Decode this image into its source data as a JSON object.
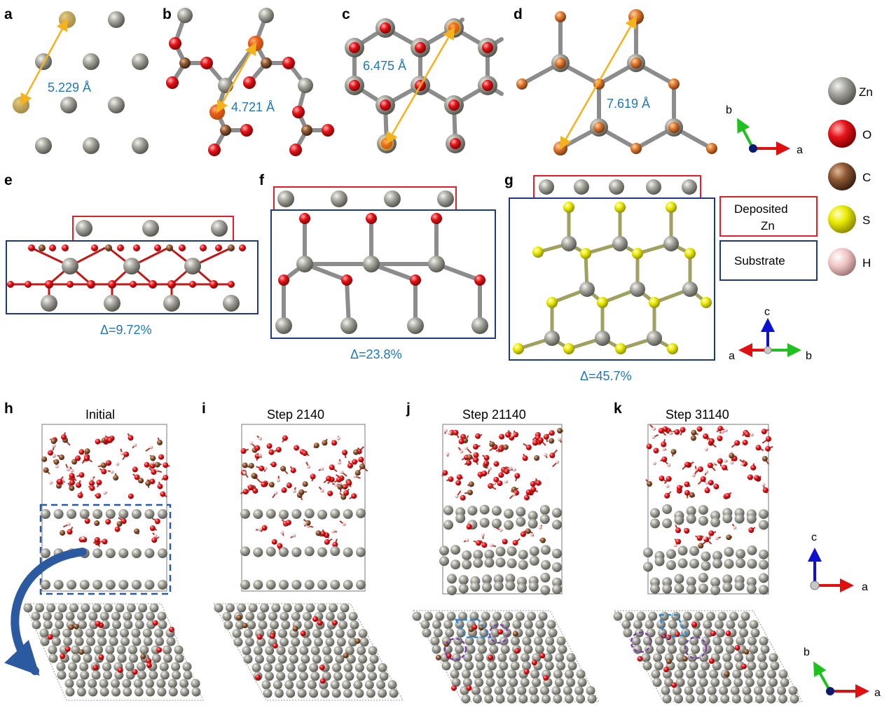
{
  "panels": {
    "a": {
      "label": "a",
      "distance": "5.229 Å"
    },
    "b": {
      "label": "b",
      "distance": "4.721 Å"
    },
    "c": {
      "label": "c",
      "distance": "6.475 Å"
    },
    "d": {
      "label": "d",
      "distance": "7.619 Å"
    },
    "e": {
      "label": "e",
      "mismatch": "Δ=9.72%"
    },
    "f": {
      "label": "f",
      "mismatch": "Δ=23.8%"
    },
    "g": {
      "label": "g",
      "mismatch": "Δ=45.7%"
    },
    "h": {
      "label": "h",
      "title": "Initial"
    },
    "i": {
      "label": "i",
      "title": "Step 2140"
    },
    "j": {
      "label": "j",
      "title": "Step 21140"
    },
    "k": {
      "label": "k",
      "title": "Step 31140"
    }
  },
  "box_legend": {
    "deposited": "Deposited Zn",
    "substrate": "Substrate"
  },
  "element_legend": [
    {
      "symbol": "Zn",
      "color": "#8f8f88"
    },
    {
      "symbol": "O",
      "color": "#e0141a"
    },
    {
      "symbol": "C",
      "color": "#8a5530"
    },
    {
      "symbol": "S",
      "color": "#e8e800"
    },
    {
      "symbol": "H",
      "color": "#f2c6c6"
    }
  ],
  "axes": {
    "a": "a",
    "b": "b",
    "c": "c"
  },
  "colors": {
    "deposited_box": "#e0202a",
    "substrate_box": "#1f3a7a",
    "measure_arrow": "#f5b21c",
    "annotation_text": "#1f77b4"
  }
}
